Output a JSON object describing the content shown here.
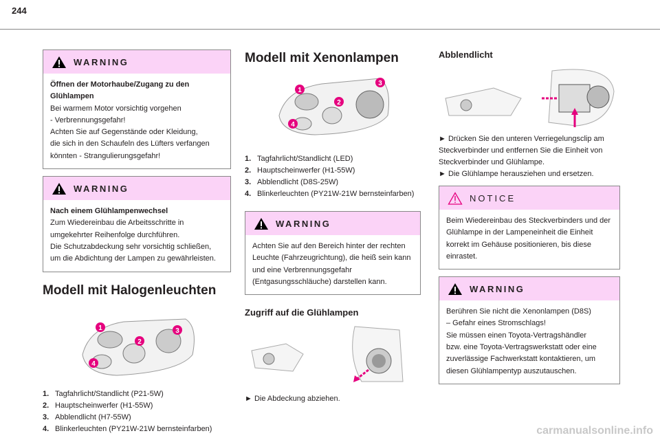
{
  "page_number": "244",
  "col1": {
    "warning1": {
      "title": "WARNING",
      "heading": [
        "Öffnen der Motorhaube/Zugang zu den",
        "Glühlampen"
      ],
      "lines": [
        "Bei warmem Motor vorsichtig vorgehen",
        "- Verbrennungsgefahr!",
        "Achten Sie auf Gegenstände oder Kleidung,",
        "die sich in den Schaufeln des Lüfters verfangen",
        "könnten - Strangulierungsgefahr!"
      ]
    },
    "warning2": {
      "title": "WARNING",
      "heading": [
        "Nach einem Glühlampenwechsel"
      ],
      "lines": [
        "Zum Wiedereinbau die Arbeitsschritte in",
        "umgekehrter Reihenfolge durchführen.",
        "Die Schutzabdeckung sehr vorsichtig schließen,",
        "um die Abdichtung der Lampen zu gewährleisten."
      ]
    },
    "heading": "Modell mit Halogenleuchten",
    "list": [
      {
        "n": "1.",
        "t": "Tagfahrlicht/Standlicht (P21-5W)"
      },
      {
        "n": "2.",
        "t": "Hauptscheinwerfer (H1-55W)"
      },
      {
        "n": "3.",
        "t": "Abblendlicht (H7-55W)"
      },
      {
        "n": "4.",
        "t": "Blinkerleuchten (PY21W-21W bernsteinfarben)"
      }
    ]
  },
  "col2": {
    "heading": "Modell mit Xenonlampen",
    "list": [
      {
        "n": "1.",
        "t": "Tagfahrlicht/Standlicht (LED)"
      },
      {
        "n": "2.",
        "t": "Hauptscheinwerfer (H1-55W)"
      },
      {
        "n": "3.",
        "t": "Abblendlicht (D8S-25W)"
      },
      {
        "n": "4.",
        "t": "Blinkerleuchten (PY21W-21W bernsteinfarben)"
      }
    ],
    "warning": {
      "title": "WARNING",
      "lines": [
        "Achten Sie auf den Bereich hinter der rechten",
        "Leuchte (Fahrzeugrichtung), die heiß sein kann",
        "und eine Verbrennungsgefahr",
        "(Entgasungsschläuche) darstellen kann."
      ]
    },
    "subheading": "Zugriff auf die Glühlampen",
    "step": "► Die Abdeckung abziehen."
  },
  "col3": {
    "heading": "Abblendlicht",
    "steps": [
      "► Drücken Sie den unteren Verriegelungsclip am",
      "Steckverbinder und entfernen Sie die Einheit von",
      "Steckverbinder und Glühlampe.",
      "► Die Glühlampe herausziehen und ersetzen."
    ],
    "notice": {
      "title": "NOTICE",
      "lines": [
        "Beim Wiedereinbau des Steckverbinders und der",
        "Glühlampe in der Lampeneinheit die Einheit",
        "korrekt im Gehäuse positionieren, bis diese",
        "einrastet."
      ]
    },
    "warning": {
      "title": "WARNING",
      "lines": [
        "Berühren Sie nicht die Xenonlampen (D8S)",
        "– Gefahr eines Stromschlags!",
        "Sie müssen einen Toyota-Vertragshändler",
        "bzw. eine Toyota-Vertragswerkstatt oder eine",
        "zuverlässige Fachwerkstatt kontaktieren, um",
        "diesen Glühlampentyp auszutauschen."
      ]
    }
  },
  "watermark": "carmanualsonline.info",
  "colors": {
    "warning_header": "#fbd3f7",
    "callout": "#e5007e",
    "border": "#888888"
  }
}
